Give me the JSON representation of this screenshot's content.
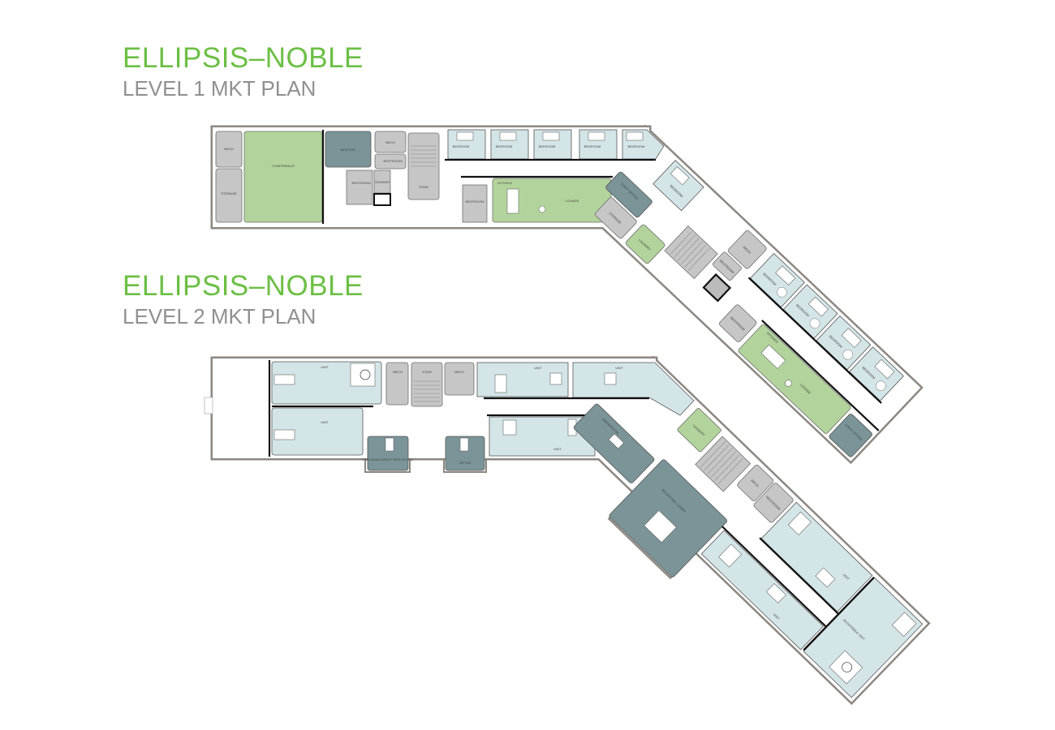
{
  "level1": {
    "title": "ELLIPSIS–NOBLE",
    "subtitle": "LEVEL 1 MKT PLAN",
    "rooms": [
      "MECH",
      "STORAGE",
      "CONFERENCE",
      "MEETING",
      "MECH",
      "RESTROOM",
      "RESTROOM",
      "SHOWER",
      "STAIR",
      "BEDROOM",
      "BEDROOM",
      "BEDROOM",
      "BEDROOM",
      "BEDROOM",
      "RESTROOM",
      "KITCHEN",
      "LOUNGE",
      "STAFF OFFICE",
      "STORAGE",
      "LAUNDRY",
      "BEDROOM",
      "MECH",
      "RESTROOM",
      "RESTROOM",
      "BEDROOM",
      "BEDROOM",
      "BEDROOM",
      "BEDROOM",
      "KITCHEN",
      "LOUNGE",
      "STAFF OFFICE"
    ]
  },
  "level2": {
    "title": "ELLIPSIS–NOBLE",
    "subtitle": "LEVEL 2 MKT PLAN",
    "rooms": [
      "UNIT",
      "UNIT",
      "MECH",
      "STAIR",
      "MECH",
      "UNIT",
      "UNIT",
      "UNIT",
      "PROGRAM DIRECTOR'S OFFICE",
      "OFFICE",
      "BREAKROOM",
      "LAUNDRY",
      "RECEPTION / LOBBY",
      "MECH",
      "RESTROOM",
      "UNIT",
      "UNIT",
      "ACCESSIBLE UNIT"
    ]
  },
  "colors": {
    "brand_green": "#6cbf45",
    "subtitle_gray": "#909090",
    "common_green": "#b2d49c",
    "unit_blue": "#d4e5e8",
    "office_teal": "#7b9498",
    "service_gray": "#c6c6c6",
    "wall": "#8d8781"
  }
}
